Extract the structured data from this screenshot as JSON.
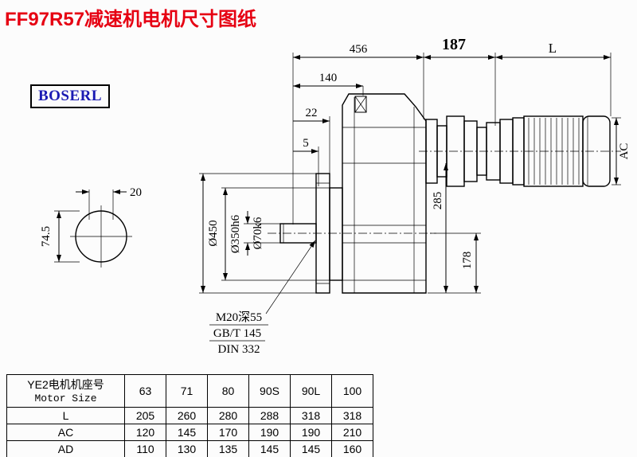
{
  "title": "FF97R57减速机电机尺寸图纸",
  "brand": "BOSERL",
  "drawing": {
    "dim_456": "456",
    "dim_187": "187",
    "dim_L": "L",
    "dim_140": "140",
    "dim_22": "22",
    "dim_5": "5",
    "dim_AC": "AC",
    "dim_285": "285",
    "dim_178": "178",
    "dia_450": "Ø450",
    "dia_350": "Ø350h6",
    "dia_70": "Ø70k6",
    "dim_20": "20",
    "dim_74_5": "74.5",
    "note_m20": "M20深55",
    "note_gbt": "GB/T 145",
    "note_din": "DIN 332"
  },
  "table": {
    "header": {
      "line1": "YE2电机机座号",
      "line2": "Motor Size"
    },
    "columns": [
      "63",
      "71",
      "80",
      "90S",
      "90L",
      "100"
    ],
    "rows": [
      {
        "label": "L",
        "values": [
          "205",
          "260",
          "280",
          "288",
          "318",
          "318"
        ]
      },
      {
        "label": "AC",
        "values": [
          "120",
          "145",
          "170",
          "190",
          "190",
          "210"
        ]
      },
      {
        "label": "AD",
        "values": [
          "110",
          "130",
          "135",
          "145",
          "145",
          "160"
        ]
      }
    ]
  },
  "colors": {
    "title_red": "#e60012",
    "brand_blue": "#1b1bb3",
    "line_black": "#000000"
  }
}
